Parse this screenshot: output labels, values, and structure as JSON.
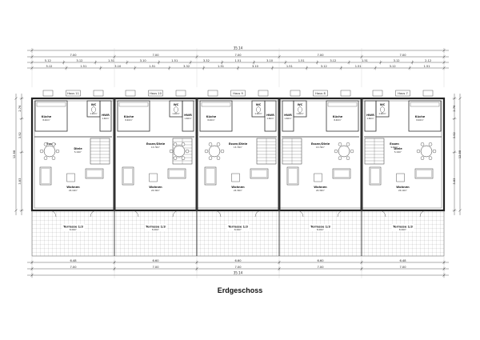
{
  "title": "Erdgeschoss",
  "dims": {
    "top_total": "35.14",
    "top_row1": [
      "7.00",
      "7.00",
      "7.00",
      "7.00",
      "7.00"
    ],
    "top_row2": [
      "5.12",
      "3.12",
      "1.51",
      "3.10",
      "1.51",
      "3.32",
      "1.51",
      "3.10",
      "1.51",
      "3.12",
      "1.51",
      "3.12",
      "2.12"
    ],
    "top_row3": [
      "5.12",
      "1.51",
      "3.10",
      "1.51",
      "3.32",
      "1.51",
      "3.10",
      "1.51",
      "3.12",
      "1.51",
      "3.12",
      "1.51"
    ],
    "bottom_row1": [
      "6.48",
      "6.60",
      "6.60",
      "6.60",
      "6.48"
    ],
    "bottom_row2": [
      "7.00",
      "7.00",
      "7.00",
      "7.00",
      "7.00"
    ],
    "bottom_total": "35.14",
    "left": [
      "2.76",
      "3.92",
      "3.83",
      "12.88"
    ],
    "right": [
      "2.76",
      "3.92",
      "3.83",
      "12.88"
    ]
  },
  "houses": [
    {
      "haus": "Haus 11",
      "kueche": "Küche",
      "kueche_area": "8.40m²",
      "wc": "WC",
      "wc_area": "1.90m²",
      "hwr": "HWR",
      "hwr_area": "1.60m²",
      "essen": "Essen",
      "essen_area": "9.40m²",
      "diele": "Diele",
      "diele_area": "5.10m²",
      "wohnen": "Wohnen",
      "wohnen_area": "24.10m²",
      "terrasse": "Terrasse 1/3",
      "terrasse_area": "8.40m²"
    },
    {
      "haus": "Haus 10",
      "kueche": "Küche",
      "kueche_area": "8.40m²",
      "wc": "WC",
      "wc_area": "1.90m²",
      "hwr": "HWR",
      "hwr_area": "1.60m²",
      "essen": "Essen/Diele",
      "essen_area": "13.70m²",
      "diele": "",
      "diele_area": "",
      "wohnen": "Wohnen",
      "wohnen_area": "24.30m²",
      "terrasse": "Terrasse 1/3",
      "terrasse_area": "8.40m²"
    },
    {
      "haus": "Haus 9",
      "kueche": "Küche",
      "kueche_area": "8.40m²",
      "wc": "WC",
      "wc_area": "1.90m²",
      "hwr": "HWR",
      "hwr_area": "1.60m²",
      "essen": "Essen/Diele",
      "essen_area": "13.70m²",
      "diele": "",
      "diele_area": "",
      "wohnen": "Wohnen",
      "wohnen_area": "24.30m²",
      "terrasse": "Terrasse 1/3",
      "terrasse_area": "8.40m²"
    },
    {
      "haus": "Haus 8",
      "kueche": "Küche",
      "kueche_area": "8.40m²",
      "wc": "WC",
      "wc_area": "1.90m²",
      "hwr": "HWR",
      "hwr_area": "1.60m²",
      "essen": "Essen/Diele",
      "essen_area": "13.70m²",
      "diele": "",
      "diele_area": "",
      "wohnen": "Wohnen",
      "wohnen_area": "24.30m²",
      "terrasse": "Terrasse 1/3",
      "terrasse_area": "8.40m²"
    },
    {
      "haus": "Haus 7",
      "kueche": "Küche",
      "kueche_area": "8.40m²",
      "wc": "WC",
      "wc_area": "1.90m²",
      "hwr": "HWR",
      "hwr_area": "1.60m²",
      "essen": "Essen",
      "essen_area": "9.40m²",
      "diele": "Diele",
      "diele_area": "5.10m²",
      "wohnen": "Wohnen",
      "wohnen_area": "24.10m²",
      "terrasse": "Terrasse 1/3",
      "terrasse_area": "8.40m²"
    }
  ]
}
